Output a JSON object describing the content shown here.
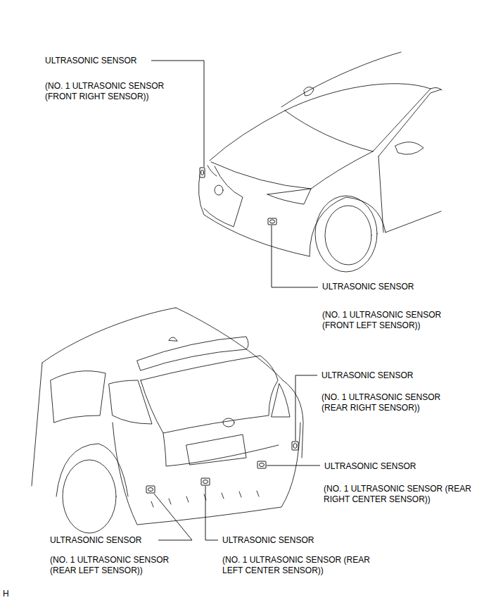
{
  "diagram": {
    "labels": [
      "ULTRASONIC SENSOR",
      "(NO. 1 ULTRASONIC SENSOR (FRONT RIGHT SENSOR))",
      "ULTRASONIC SENSOR",
      "(NO. 1 ULTRASONIC SENSOR (FRONT LEFT SENSOR))",
      "ULTRASONIC SENSOR",
      "(NO. 1 ULTRASONIC SENSOR (REAR RIGHT SENSOR))",
      "ULTRASONIC SENSOR",
      "(NO. 1 ULTRASONIC SENSOR (REAR RIGHT CENTER SENSOR))",
      "ULTRASONIC SENSOR",
      "(NO. 1 ULTRASONIC SENSOR (REAR LEFT SENSOR))",
      "ULTRASONIC SENSOR",
      "(NO. 1 ULTRASONIC SENSOR (REAR LEFT CENTER SENSOR))",
      "H"
    ]
  }
}
